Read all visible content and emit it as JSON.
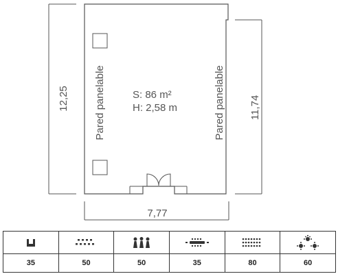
{
  "floor_plan": {
    "area_label": "S: 86 m²",
    "height_label": "H: 2,58 m",
    "wall_left_label": "Pared panelable",
    "wall_right_label": "Pared panelable",
    "dim_left": "12,25",
    "dim_right": "11,74",
    "dim_bottom": "7,77",
    "line_color": "#555555"
  },
  "capacity_table": {
    "layouts": [
      {
        "icon": "u-shape-icon",
        "capacity": "35"
      },
      {
        "icon": "classroom-icon",
        "capacity": "50"
      },
      {
        "icon": "theatre-icon",
        "capacity": "50"
      },
      {
        "icon": "boardroom-icon",
        "capacity": "35"
      },
      {
        "icon": "cocktail-icon",
        "capacity": "80"
      },
      {
        "icon": "banquet-icon",
        "capacity": "60"
      }
    ]
  }
}
